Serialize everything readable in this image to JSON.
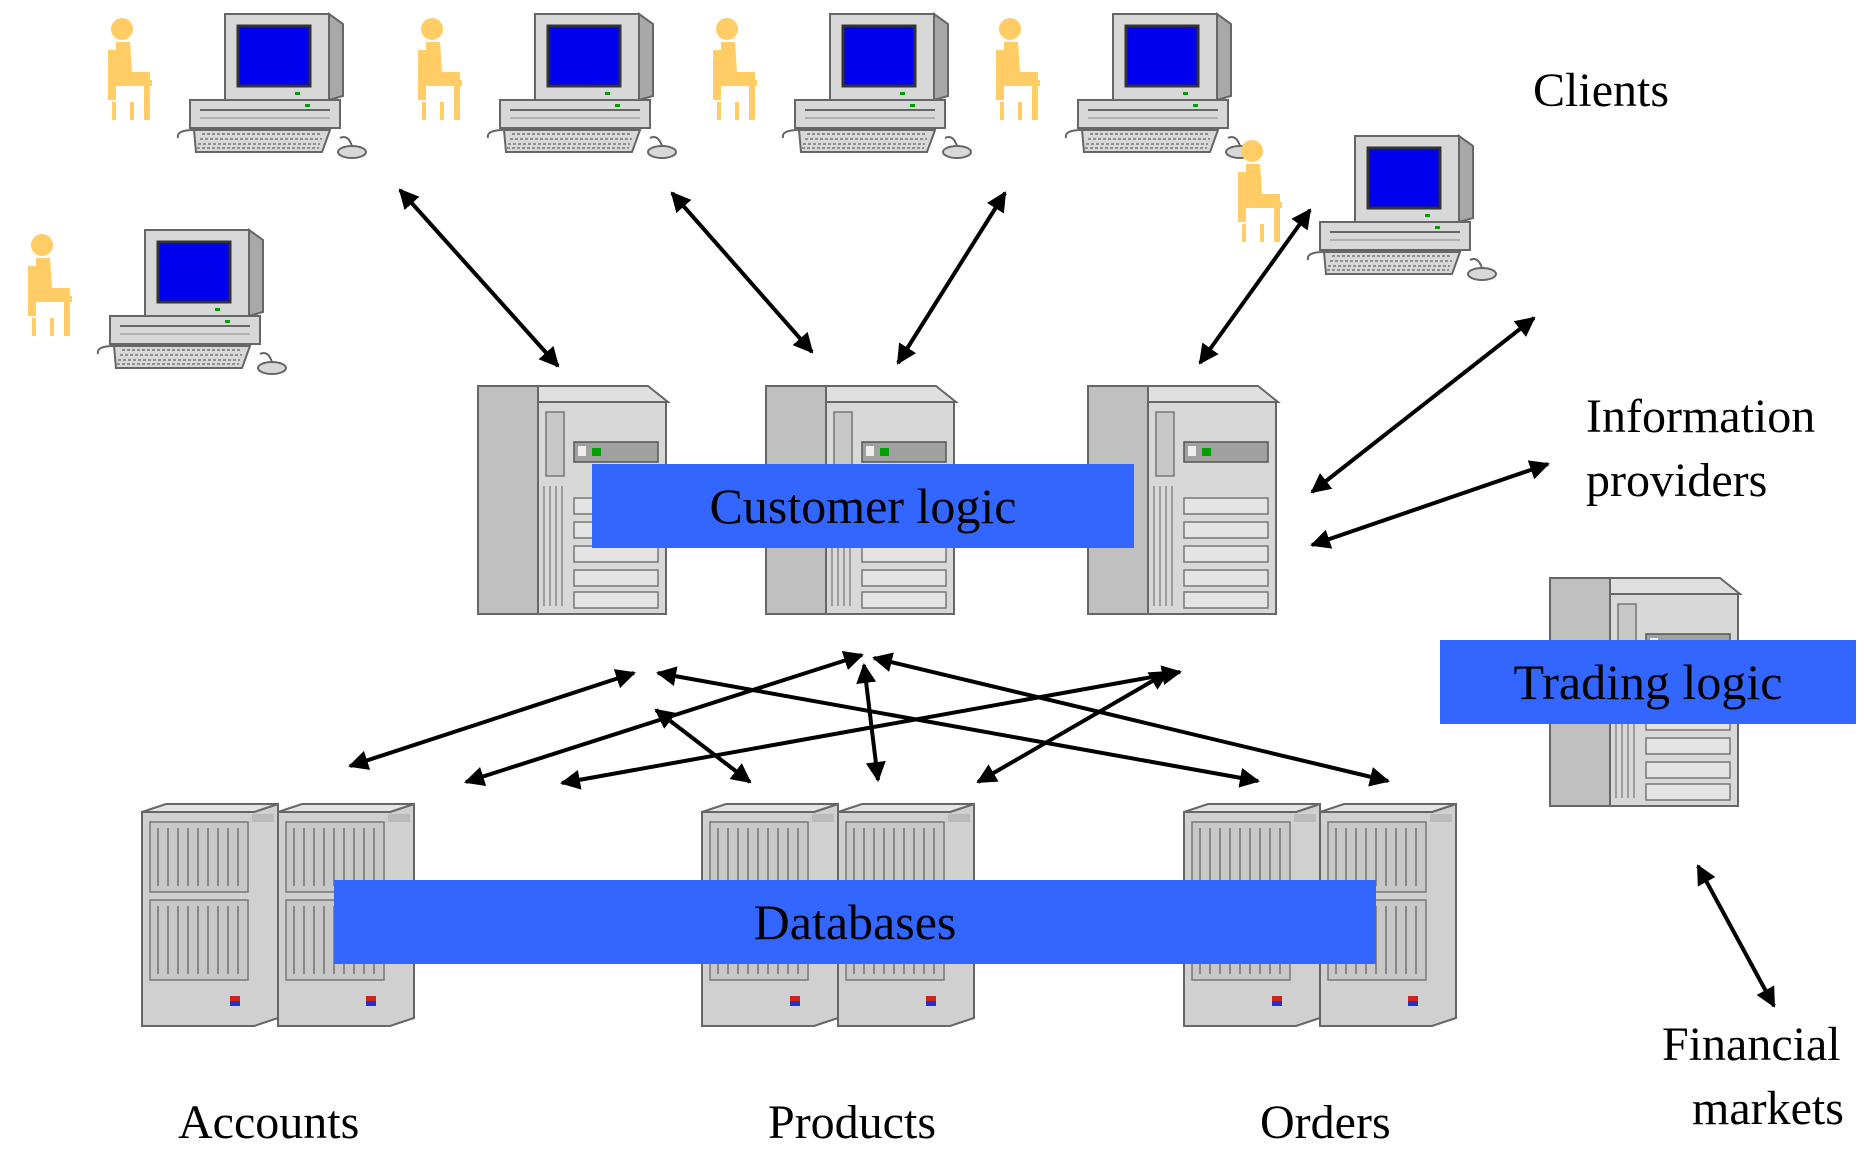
{
  "labels": {
    "clients": "Clients",
    "information_providers_line1": "Information",
    "information_providers_line2": "providers",
    "financial_markets_line1": "Financial",
    "financial_markets_line2": "markets",
    "accounts": "Accounts",
    "products": "Products",
    "orders": "Orders"
  },
  "bands": {
    "customer_logic": "Customer logic",
    "trading_logic": "Trading logic",
    "databases": "Databases"
  },
  "colors": {
    "band_blue": "#3366ff",
    "screen_blue": "#0000ee",
    "person_orange": "#ffcc66",
    "hardware_gray": "#d0d0d0"
  },
  "icons": {
    "client": "workstation-with-person-icon",
    "server": "tower-server-icon",
    "database": "cabinet-database-icon"
  }
}
